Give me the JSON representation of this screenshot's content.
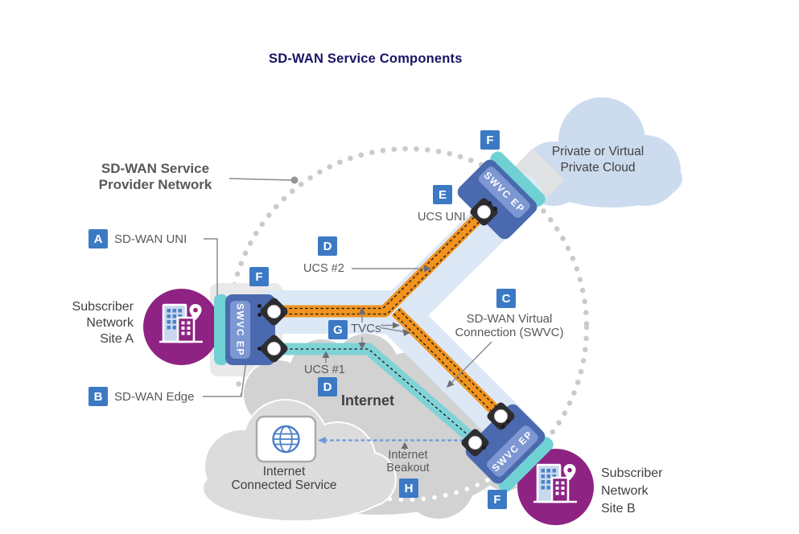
{
  "title": "SD-WAN Service Components",
  "provider_network": {
    "line1": "SD-WAN Service",
    "line2": "Provider Network"
  },
  "badges": {
    "a": "A",
    "b": "B",
    "c": "C",
    "d": "D",
    "e": "E",
    "f": "F",
    "g": "G",
    "h": "H"
  },
  "labels": {
    "sd_wan_uni": "SD-WAN UNI",
    "sd_wan_edge": "SD-WAN Edge",
    "swvc_line1": "SD-WAN Virtual",
    "swvc_line2": "Connection (SWVC)",
    "ucs_2": "UCS #2",
    "ucs_1": "UCS #1",
    "ucs_uni": "UCS UNI",
    "tvcs": "TVCs",
    "internet": "Internet",
    "internet_beakout_line1": "Internet",
    "internet_beakout_line2": "Beakout"
  },
  "clouds": {
    "private": {
      "line1": "Private or Virtual",
      "line2": "Private Cloud"
    },
    "internet_connected": {
      "line1": "Internet",
      "line2": "Connected Service"
    }
  },
  "sites": {
    "a": {
      "line1": "Subscriber",
      "line2": "Network",
      "line3": "Site A"
    },
    "b": {
      "line1": "Subscriber",
      "line2": "Network",
      "line3": "Site B"
    }
  },
  "edge_box_label": "SWVC EP",
  "icons": {
    "site": "building-with-location-pin-icon",
    "endpoint": "tvc-endpoint-diamond-icon",
    "internet_service": "globe-icon"
  },
  "colors": {
    "title_navy": "#1b1464",
    "label_gray": "#57585b",
    "dark_text": "#414042",
    "badge_blue": "#3c79c4",
    "orange_path": "#f0931f",
    "teal_path": "#7fd3d6",
    "swvc_band": "#dce8f6",
    "edge_box_blue": "#4a69ae",
    "edge_box_teal": "#6fd1d4",
    "site_purple": "#8e2383",
    "private_cloud": "#ccdbee",
    "internet_cloud": "#d2d2d3",
    "breakout_dash_blue": "#6b99dc"
  }
}
